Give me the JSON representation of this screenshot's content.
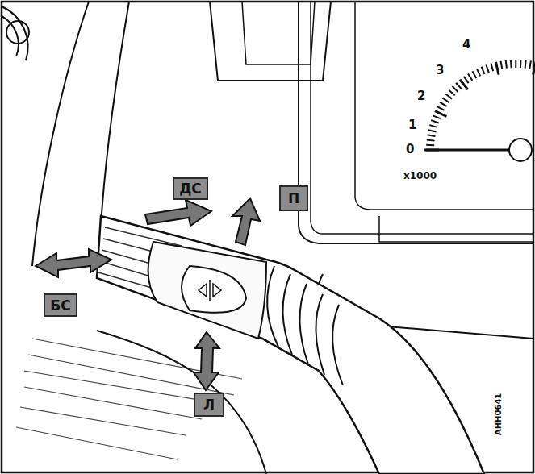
{
  "diagram": {
    "nodes": [
      {
        "text": [
          "ДС"
        ]
      },
      {
        "text": [
          "П"
        ]
      },
      {
        "text": [
          "БС"
        ]
      },
      {
        "text": [
          "Л"
        ]
      }
    ],
    "labels": [
      "0",
      "1",
      "2",
      "3",
      "4",
      "x1000",
      "AHH0641"
    ]
  }
}
